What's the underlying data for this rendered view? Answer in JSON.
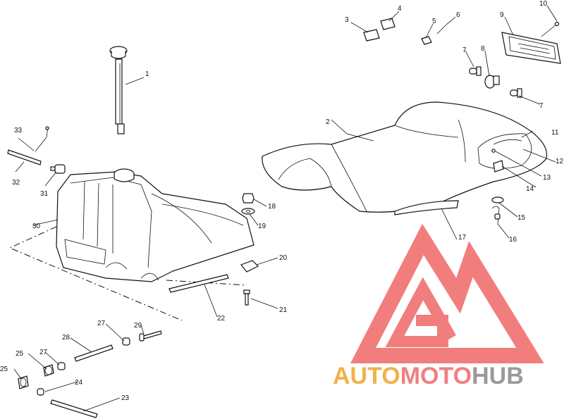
{
  "callouts": [
    "1",
    "2",
    "3",
    "4",
    "5",
    "6",
    "7",
    "8",
    "9",
    "10",
    "7",
    "11",
    "12",
    "13",
    "14",
    "15",
    "16",
    "17",
    "18",
    "19",
    "20",
    "21",
    "22",
    "23",
    "24",
    "25",
    "25",
    "27",
    "27",
    "28",
    "29",
    "30",
    "31",
    "32",
    "33"
  ],
  "watermark": {
    "brand_part1": "AUTO",
    "brand_part2": "MOTO",
    "brand_part3": "HUB",
    "colors": {
      "auto": "#f2b04a",
      "moto": "#f08080",
      "hub": "#9a9a9a",
      "logo": "#f07070"
    }
  }
}
